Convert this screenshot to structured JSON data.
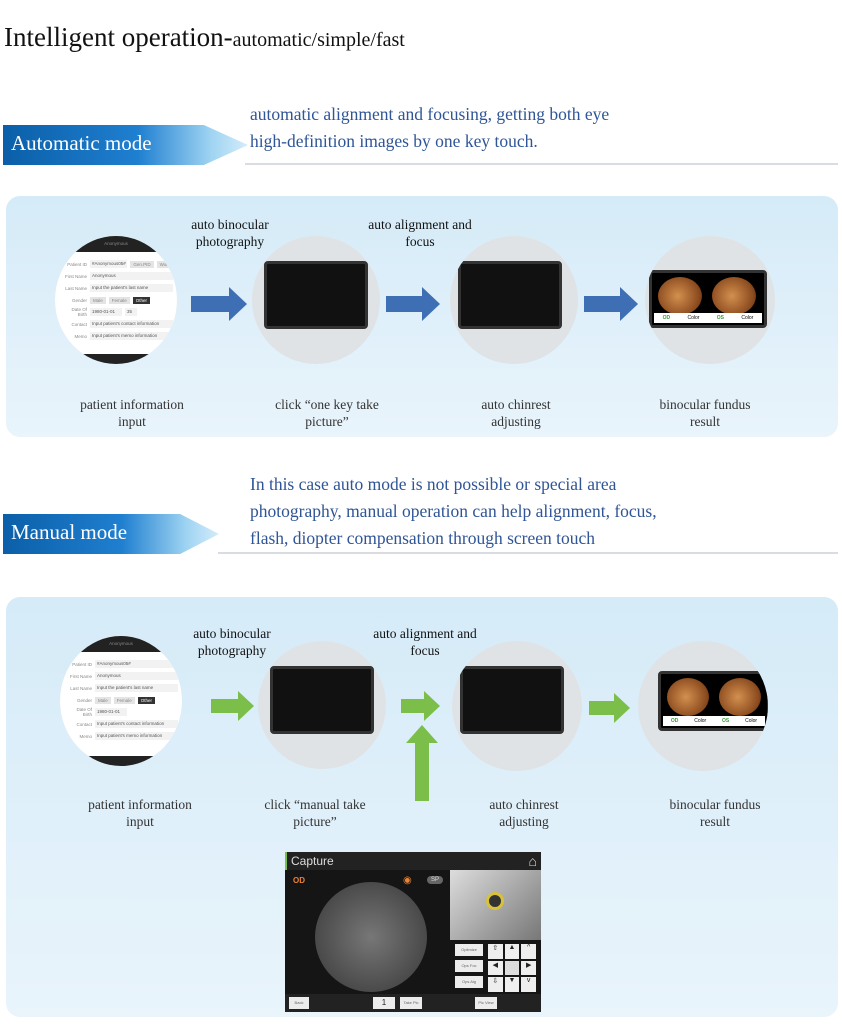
{
  "title": {
    "main": "Intelligent operation-",
    "sub": "automatic/simple/fast"
  },
  "automatic": {
    "label": "Automatic mode",
    "desc": [
      "automatic alignment and focusing, getting both eye",
      "high-definition images by one key touch."
    ],
    "steps_top": [
      "auto binocular photography",
      "auto alignment and focus"
    ],
    "captions": [
      "patient information input",
      "click “one key take picture”",
      "auto chinrest adjusting",
      "binocular fundus result"
    ]
  },
  "manual": {
    "label": "Manual mode",
    "desc": [
      "In this case auto mode is not possible or special area",
      "photography, manual operation can help alignment, focus,",
      "flash, diopter compensation through screen touch"
    ],
    "steps_top": [
      "auto binocular photography",
      "auto alignment and focus"
    ],
    "captions": [
      "patient information input",
      "click “manual take picture”",
      "auto chinrest adjusting",
      "binocular fundus result"
    ]
  },
  "form": {
    "header": "Anonymous",
    "fields": [
      {
        "label": "Patient ID",
        "value": "#Anonymous05#"
      },
      {
        "label": "First Name",
        "value": "Anonymous"
      },
      {
        "label": "Last Name",
        "value": "Input the patient's last name"
      },
      {
        "label": "Date Of Birth",
        "value": "1980-01-01"
      },
      {
        "label": "Contact",
        "value": "Input patient's contact information"
      },
      {
        "label": "Memo",
        "value": "Input patient's memo information"
      }
    ],
    "gender_label": "Gender",
    "genders": [
      "Male",
      "Female",
      "Other"
    ],
    "gen_pid": "Gen.PID",
    "work": "Work",
    "age": "35"
  },
  "result": {
    "od": "OD",
    "os": "OS",
    "mode": "Color"
  },
  "capture": {
    "title": "Capture",
    "eye": "OD",
    "sp": "SP",
    "buttons": [
      "Optimize",
      "Ops Foc",
      "Ops Alg"
    ],
    "back": "Back",
    "count": "1",
    "take": "Take Pic",
    "view": "Pic View"
  },
  "colors": {
    "accent": "#2f5597",
    "banner": "#0b5fa8",
    "arrow_auto": "#3e6fb5",
    "arrow_manual": "#7bbf4a"
  }
}
